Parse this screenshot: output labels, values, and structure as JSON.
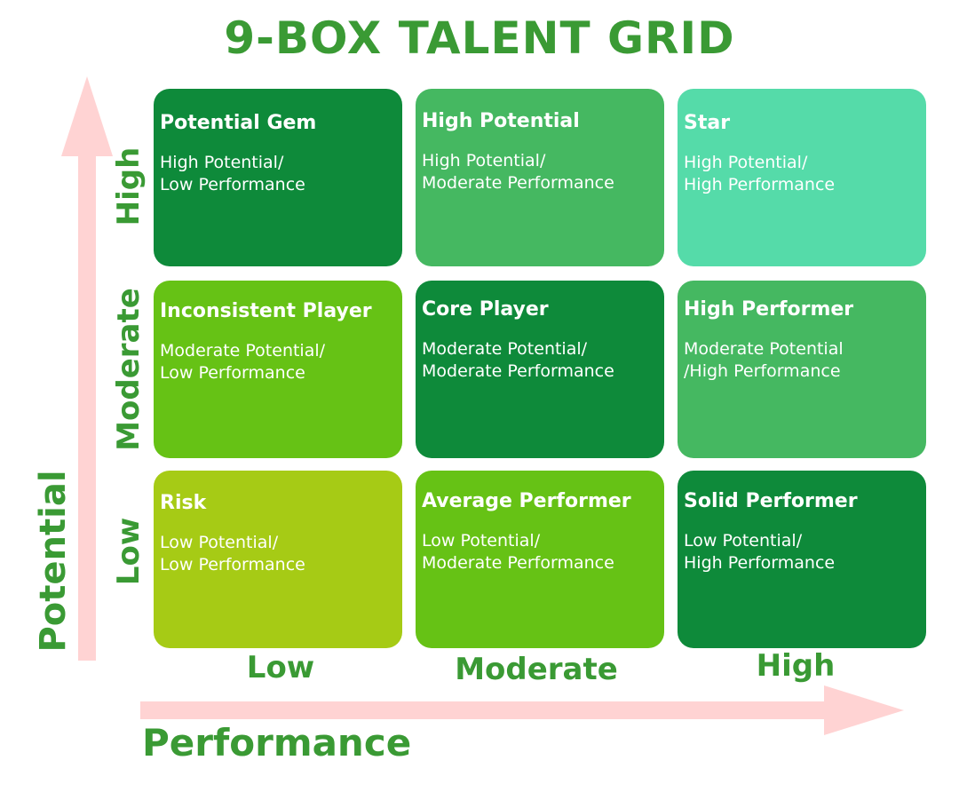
{
  "title": "9-BOX TALENT GRID",
  "axes": {
    "y_label": "Potential",
    "x_label": "Performance",
    "y_levels": [
      "High",
      "Moderate",
      "Low"
    ],
    "x_levels": [
      "Low",
      "Moderate",
      "High"
    ]
  },
  "colors": {
    "title": "#3a9a34",
    "axis_text": "#3a9a34",
    "arrow": "#ffd3d3",
    "dark_green": "#0e8a3a",
    "medium_green": "#45b861",
    "light_teal": "#55dba9",
    "lime": "#66c215",
    "yellow_green": "#a6cb15"
  },
  "boxes": [
    {
      "title": "Potential Gem",
      "desc": "High Potential/\nLow Performance",
      "color": "#0e8a3a"
    },
    {
      "title": "High Potential",
      "desc": "High Potential/\nModerate Performance",
      "color": "#45b861"
    },
    {
      "title": "Star",
      "desc": "High Potential/\nHigh Performance",
      "color": "#55dba9"
    },
    {
      "title": "Inconsistent Player",
      "desc": "Moderate Potential/\nLow Performance",
      "color": "#66c215"
    },
    {
      "title": "Core Player",
      "desc": "Moderate Potential/\nModerate Performance",
      "color": "#0e8a3a"
    },
    {
      "title": "High Performer",
      "desc": "Moderate Potential\n/High Performance",
      "color": "#45b861"
    },
    {
      "title": "Risk",
      "desc": "Low Potential/\nLow Performance",
      "color": "#a6cb15"
    },
    {
      "title": "Average Performer",
      "desc": "Low Potential/\nModerate Performance",
      "color": "#66c215"
    },
    {
      "title": "Solid Performer",
      "desc": "Low Potential/\nHigh Performance",
      "color": "#0e8a3a"
    }
  ]
}
